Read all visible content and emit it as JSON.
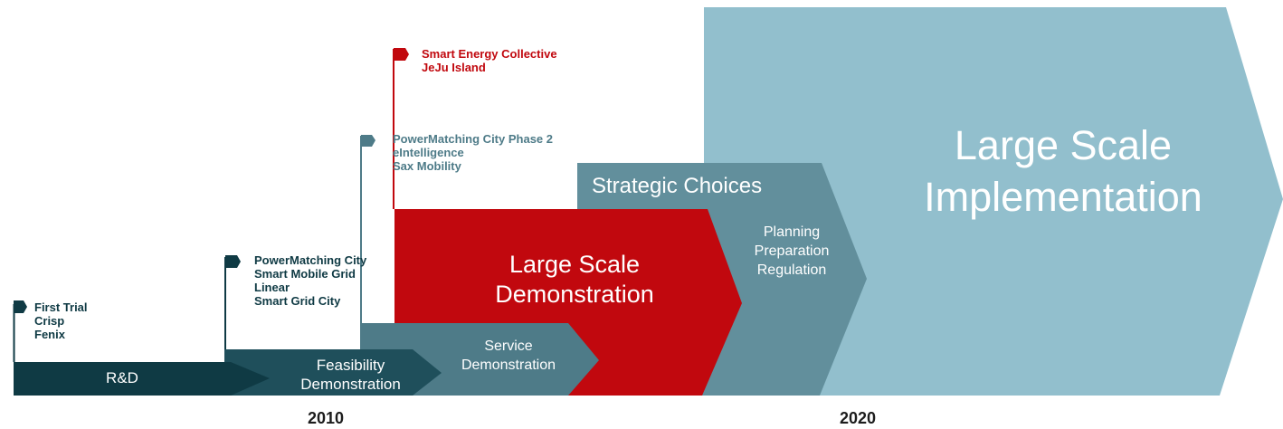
{
  "colors": {
    "rd": "#0f3a44",
    "feasibility": "#1f4f5b",
    "service": "#4e7b88",
    "large_demo": "#c1080e",
    "strategic": "#628f9c",
    "implementation": "#92bfcd",
    "flag_dark": "#0f3a44",
    "flag_mid": "#4e7b88",
    "flag_red": "#c1080e"
  },
  "phases": {
    "rd": "R&D",
    "feasibility": [
      "Feasibility",
      "Demonstration"
    ],
    "service": [
      "Service",
      "Demonstration"
    ],
    "large_demo": [
      "Large Scale",
      "Demonstration"
    ],
    "strategic_title": "Strategic Choices",
    "strategic_items": [
      "Planning",
      "Preparation",
      "Regulation"
    ],
    "implementation": [
      "Large Scale",
      "Implementation"
    ]
  },
  "milestones": {
    "m1": [
      "First Trial",
      "Crisp",
      "Fenix"
    ],
    "m2": [
      "PowerMatching City",
      "Smart Mobile Grid",
      "Linear",
      "Smart Grid City"
    ],
    "m3": [
      "PowerMatching City Phase 2",
      "eIntelligence",
      "Sax Mobility"
    ],
    "m4": [
      "Smart Energy Collective",
      "JeJu Island"
    ]
  },
  "years": [
    "2010",
    "2020"
  ]
}
